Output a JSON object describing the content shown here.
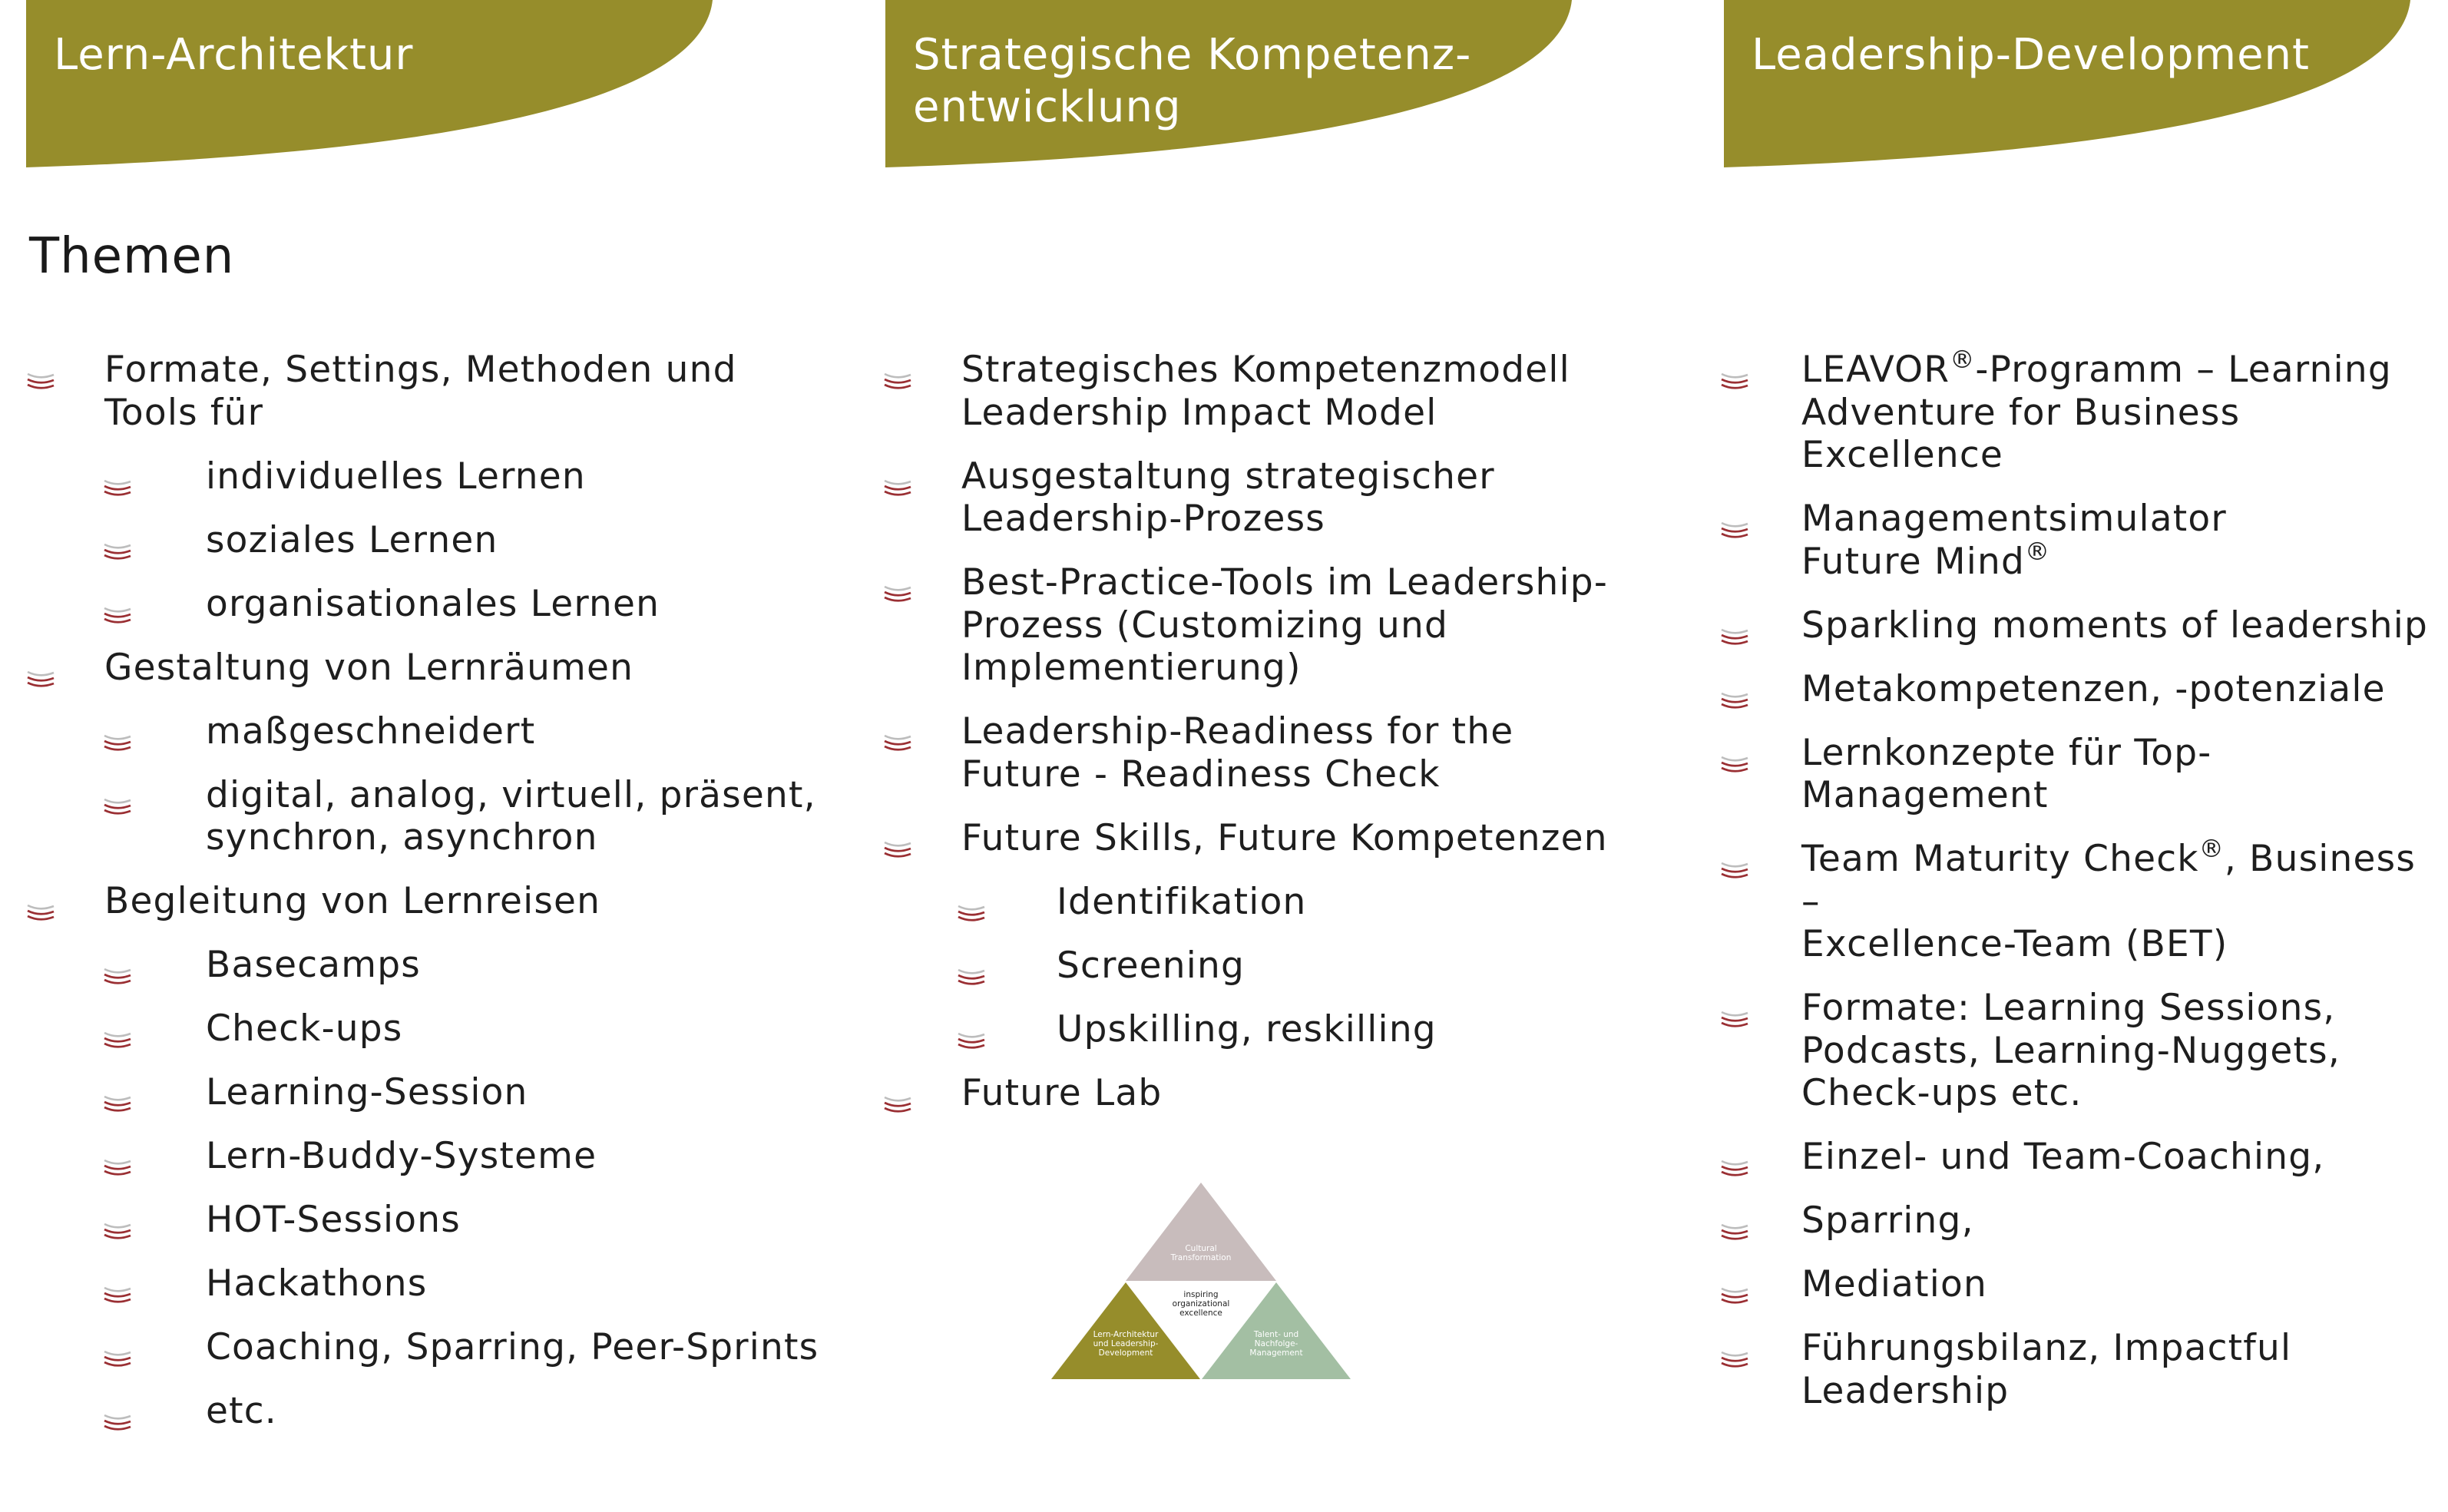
{
  "tabs": [
    {
      "label": "Lern-Architektur"
    },
    {
      "label": "Strategische Kompetenz-\nentwicklung"
    },
    {
      "label": "Leadership-Development"
    }
  ],
  "heading": "Themen",
  "colors": {
    "tab": "#968d2b",
    "bullet": "#9a2f33",
    "bullet_secondary": "#bdbdbd",
    "triangle_top": "#c8bcbc",
    "triangle_left": "#968d2b",
    "triangle_right": "#a3bfa3"
  },
  "columns": [
    {
      "items": [
        {
          "level": 0,
          "text": "Formate, Settings, Methoden und\nTools für"
        },
        {
          "level": 1,
          "text": "individuelles Lernen"
        },
        {
          "level": 1,
          "text": "soziales Lernen"
        },
        {
          "level": 1,
          "text": "organisationales Lernen"
        },
        {
          "level": 0,
          "text": "Gestaltung von Lernräumen"
        },
        {
          "level": 1,
          "text": "maßgeschneidert"
        },
        {
          "level": 1,
          "text": "digital, analog, virtuell, präsent,\nsynchron, asynchron"
        },
        {
          "level": 0,
          "text": "Begleitung von Lernreisen"
        },
        {
          "level": 1,
          "text": "Basecamps"
        },
        {
          "level": 1,
          "text": "Check-ups"
        },
        {
          "level": 1,
          "text": "Learning-Session"
        },
        {
          "level": 1,
          "text": "Lern-Buddy-Systeme"
        },
        {
          "level": 1,
          "text": "HOT-Sessions"
        },
        {
          "level": 1,
          "text": "Hackathons"
        },
        {
          "level": 1,
          "text": "Coaching, Sparring, Peer-Sprints"
        },
        {
          "level": 1,
          "text": "etc."
        }
      ]
    },
    {
      "items": [
        {
          "level": 0,
          "text": "Strategisches Kompetenzmodell\nLeadership Impact Model"
        },
        {
          "level": 0,
          "text": "Ausgestaltung strategischer\nLeadership-Prozess"
        },
        {
          "level": 0,
          "text": "Best-Practice-Tools im Leadership-\nProzess (Customizing und\nImplementierung)"
        },
        {
          "level": 0,
          "text": "Leadership-Readiness for the\nFuture - Readiness Check"
        },
        {
          "level": 0,
          "text": "Future Skills, Future Kompetenzen"
        },
        {
          "level": 1,
          "text": "Identifikation"
        },
        {
          "level": 1,
          "text": "Screening"
        },
        {
          "level": 1,
          "text": "Upskilling, reskilling"
        },
        {
          "level": 0,
          "text": "Future Lab"
        }
      ]
    },
    {
      "items": [
        {
          "level": 0,
          "text": "LEAVOR",
          "sup": "®",
          "rest": "-Programm – Learning\nAdventure for Business Excellence"
        },
        {
          "level": 0,
          "text": "Managementsimulator\nFuture Mind",
          "sup": "®",
          "rest": ""
        },
        {
          "level": 0,
          "text": "Sparkling moments of leadership"
        },
        {
          "level": 0,
          "text": "Metakompetenzen, -potenziale"
        },
        {
          "level": 0,
          "text": "Lernkonzepte für Top-Management"
        },
        {
          "level": 0,
          "text": "Team Maturity Check",
          "sup": "®",
          "rest": ", Business –\nExcellence-Team (BET)"
        },
        {
          "level": 0,
          "text": "Formate: Learning Sessions,\nPodcasts, Learning-Nuggets,\nCheck-ups etc."
        },
        {
          "level": 0,
          "text": "Einzel- und Team-Coaching,"
        },
        {
          "level": 0,
          "text": "Sparring,"
        },
        {
          "level": 0,
          "text": "Mediation"
        },
        {
          "level": 0,
          "text": "Führungsbilanz, Impactful\nLeadership"
        }
      ]
    }
  ],
  "logo": {
    "top": "Cultural\nTransformation",
    "center": "inspiring\norganizational\nexcellence",
    "left": "Lern-Architektur\nund Leadership-\nDevelopment",
    "right": "Talent- und\nNachfolge-\nManagement"
  }
}
